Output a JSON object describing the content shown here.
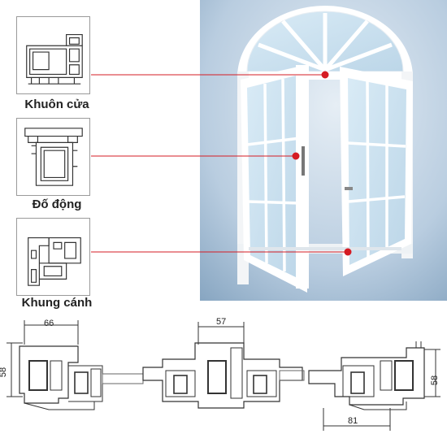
{
  "callouts": [
    {
      "label": "Khuôn cửa"
    },
    {
      "label": "Đố động"
    },
    {
      "label": "Khung cánh"
    }
  ],
  "dimensions": {
    "left_width": "66",
    "left_height": "58",
    "center_width": "57",
    "right_width": "81",
    "right_height": "58"
  },
  "colors": {
    "leader_line": "#d51c24",
    "profile_stroke": "#333333",
    "sky_light": "#dfe9f1",
    "sky_dark": "#8aa8c2",
    "glass": "#cfe3f0"
  }
}
